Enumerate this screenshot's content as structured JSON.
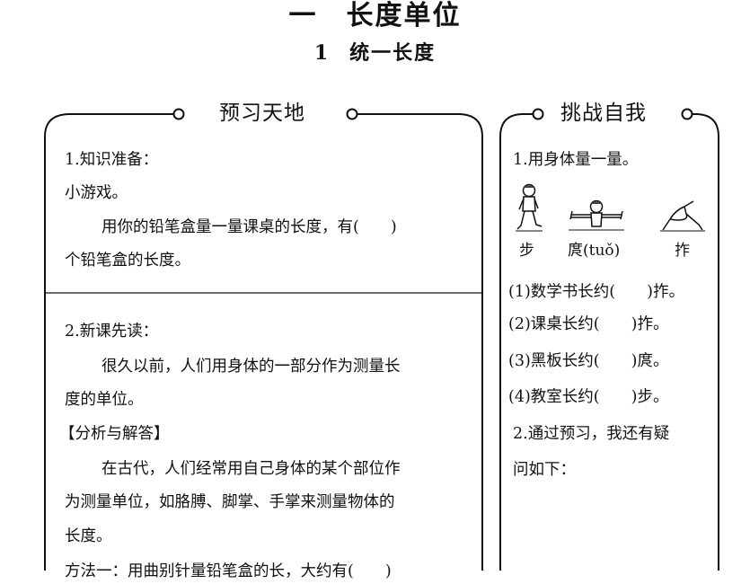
{
  "header": {
    "chapter_title": "一　长度单位",
    "lesson_num": "1",
    "lesson_title": "统一长度"
  },
  "left_panel": {
    "title": "预习天地",
    "section1": {
      "heading": "1.知识准备：",
      "game": "小游戏。",
      "line1": "用你的铅笔盒量一量课桌的长度，有(　　)",
      "line2": "个铅笔盒的长度。"
    },
    "section2": {
      "heading": "2.新课先读：",
      "line1": "很久以前，人们用身体的一部分作为测量长",
      "line2": "度的单位。",
      "analysis_heading": "【分析与解答】",
      "ans1": "在古代，人们经常用自己身体的某个部位作",
      "ans2": "为测量单位，如胳膊、脚掌、手掌来测量物体的",
      "ans3": "长度。",
      "cutoff": "方法一：用曲别针量铅笔盒的长，大约有(　　)"
    }
  },
  "right_panel": {
    "title": "挑战自我",
    "q1_heading": "1.用身体量一量。",
    "figures": [
      {
        "icon": "walking-child-icon",
        "label": "步"
      },
      {
        "icon": "arms-stretched-child-icon",
        "label": "庹(tuǒ)"
      },
      {
        "icon": "hand-span-icon",
        "label": "拃"
      }
    ],
    "items": [
      "(1)数学书长约(　　)拃。",
      "(2)课桌长约(　　)拃。",
      "(3)黑板长约(　　)庹。",
      "(4)教室长约(　　)步。"
    ],
    "q2_line1": "2.通过预习，我还有疑",
    "q2_line2": "问如下："
  }
}
